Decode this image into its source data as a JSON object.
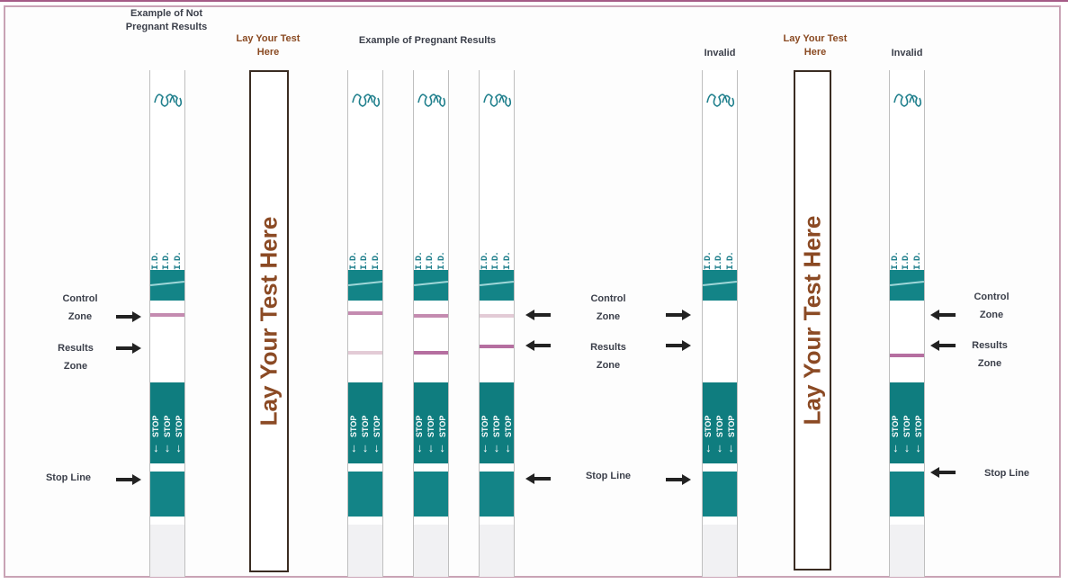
{
  "headers": {
    "not_pregnant_example": "Example of Not Pregnant Results",
    "lay_left": "Lay Your Test Here",
    "pregnant_example": "Example of Pregnant Results",
    "invalid_left": "Invalid",
    "lay_right": "Lay Your Test Here",
    "invalid_right": "Invalid"
  },
  "lay_area_text": "Lay Your Test Here",
  "strip_text": {
    "id": "I.D.",
    "stop": "STOP",
    "arrow": "↓"
  },
  "labels": {
    "control_zone_1": "Control",
    "control_zone_2": "Zone",
    "results_zone_1": "Results",
    "results_zone_2": "Zone",
    "stop_line": "Stop Line"
  },
  "colors": {
    "teal": "#138487",
    "control_line": "#c48bb0",
    "faint_line": "#e3cbd6",
    "result_line": "#b56fa0",
    "lay_text": "#8b4a24"
  }
}
